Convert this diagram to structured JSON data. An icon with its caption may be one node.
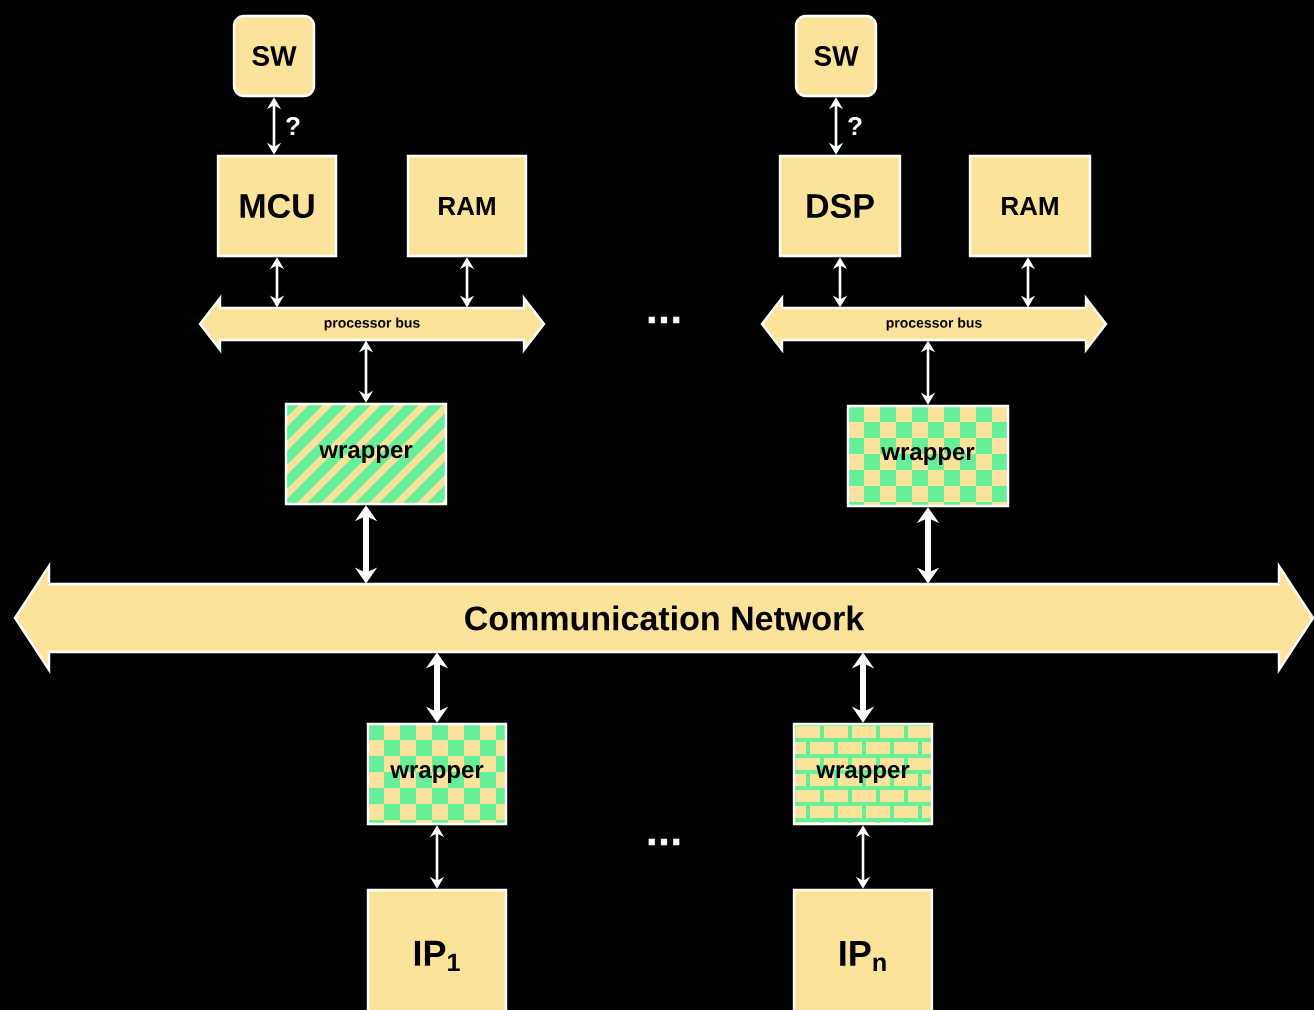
{
  "diagram": {
    "nodes": [
      {
        "text": [
          "SW"
        ]
      },
      {
        "text": [
          "MCU"
        ]
      },
      {
        "text": [
          "RAM"
        ]
      },
      {
        "text": [
          "processor bus"
        ]
      },
      {
        "text": [
          "wrapper"
        ]
      },
      {
        "text": [
          "SW"
        ]
      },
      {
        "text": [
          "DSP"
        ]
      },
      {
        "text": [
          "RAM"
        ]
      },
      {
        "text": [
          "processor bus"
        ]
      },
      {
        "text": [
          "wrapper"
        ]
      },
      {
        "text": [
          "Communication Network"
        ]
      },
      {
        "text": [
          "wrapper"
        ]
      },
      {
        "text": [
          "wrapper"
        ]
      },
      {
        "text": [
          "IP$_{1}$"
        ]
      },
      {
        "text": [
          "IP$_{n}$"
        ]
      }
    ],
    "edges": [
      {
        "from": 0,
        "to": 1,
        "arrow": "both",
        "label": "?"
      },
      {
        "from": 1,
        "to": 3,
        "arrow": "both"
      },
      {
        "from": 2,
        "to": 3,
        "arrow": "both"
      },
      {
        "from": 3,
        "to": 4,
        "arrow": "both"
      },
      {
        "from": 4,
        "to": 10,
        "arrow": "both",
        "style": "thick"
      },
      {
        "from": 5,
        "to": 6,
        "arrow": "both",
        "label": "?"
      },
      {
        "from": 6,
        "to": 8,
        "arrow": "both"
      },
      {
        "from": 7,
        "to": 8,
        "arrow": "both"
      },
      {
        "from": 8,
        "to": 9,
        "arrow": "both"
      },
      {
        "from": 9,
        "to": 10,
        "arrow": "both",
        "style": "thick"
      },
      {
        "from": 10,
        "to": 11,
        "arrow": "both",
        "style": "thick"
      },
      {
        "from": 10,
        "to": 12,
        "arrow": "both",
        "style": "thick"
      },
      {
        "from": 11,
        "to": 13,
        "arrow": "both"
      },
      {
        "from": 12,
        "to": 14,
        "arrow": "both"
      }
    ],
    "labels": [
      "...",
      "..."
    ]
  }
}
